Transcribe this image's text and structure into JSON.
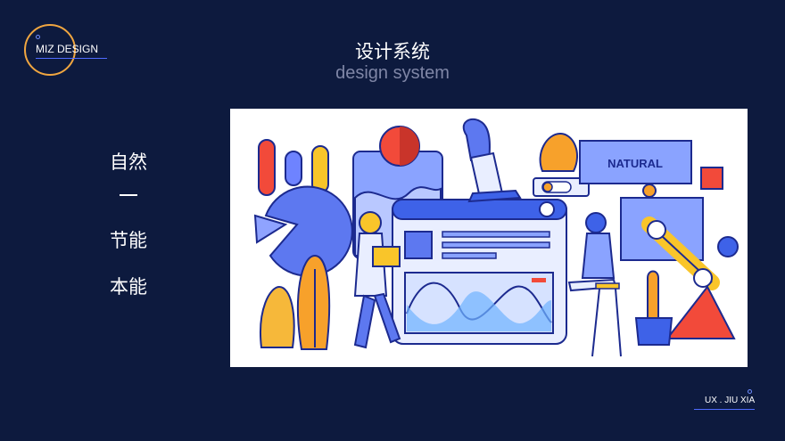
{
  "brand": {
    "logo_text": "MIZ DESIGN"
  },
  "header": {
    "title_cn": "设计系统",
    "title_en": "design system"
  },
  "left_menu": {
    "item1": "自然",
    "item2": "节能",
    "item3": "本能"
  },
  "illustration": {
    "natural_label": "NATURAL"
  },
  "footer": {
    "credit": "UX . JIU XIA"
  },
  "colors": {
    "background": "#0d1a3e",
    "accent_orange": "#f0a640",
    "accent_blue": "#4f6bff"
  }
}
